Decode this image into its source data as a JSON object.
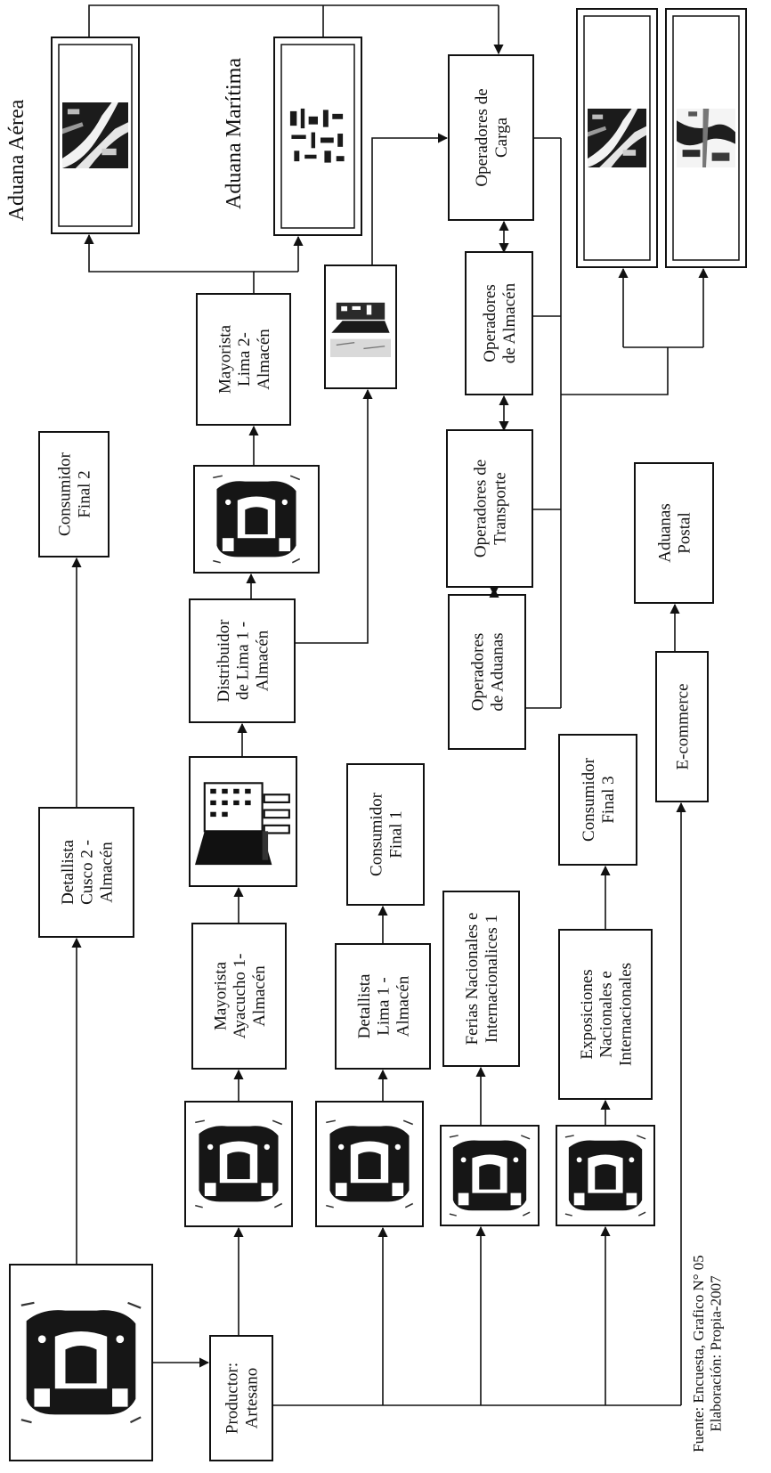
{
  "nodes": {
    "productor": [
      "Productor:",
      "Artesano"
    ],
    "mayorista_ayacucho": [
      "Mayorista",
      "Ayacucho 1-",
      "Almacén"
    ],
    "distribuidor_lima1": [
      "Distribuidor",
      "de Lima 1 -",
      "Almacén"
    ],
    "mayorista_lima2": [
      "Mayorista",
      "Lima 2-",
      "Almacén"
    ],
    "detallista_cusco2": [
      "Detallista",
      "Cusco 2 -",
      "Almacén"
    ],
    "consumidor_final2": [
      "Consumidor",
      "Final 2"
    ],
    "detallista_lima1": [
      "Detallista",
      "Lima 1 -",
      "Almacén"
    ],
    "consumidor_final1": [
      "Consumidor",
      "Final 1"
    ],
    "ferias": [
      "Ferias Nacionales e",
      "Internacionalices 1"
    ],
    "exposiciones": [
      "Exposiciones",
      "Nacionales e",
      "Internacionales"
    ],
    "consumidor_final3": [
      "Consumidor",
      "Final 3"
    ],
    "ecommerce": [
      "E-commerce"
    ],
    "aduanas_postal": [
      "Aduanas",
      "Postal"
    ],
    "op_aduanas": [
      "Operadores",
      "de Aduanas"
    ],
    "op_transporte": [
      "Operadores de",
      "Transporte"
    ],
    "op_almacen": [
      "Operadores",
      "de Almacén"
    ],
    "op_carga": [
      "Operadores de",
      "Carga"
    ]
  },
  "labels": {
    "aduana_aerea": "Aduana Aérea",
    "aduana_maritima": "Aduana  Marítima"
  },
  "source": [
    "Fuente: Encuesta, Grafico N° 05",
    "Elaboración: Propia-2007"
  ],
  "icons": [
    "craft-workshop-icon",
    "factory-icon",
    "airport-icon",
    "seaport-icon",
    "ship-icon"
  ]
}
